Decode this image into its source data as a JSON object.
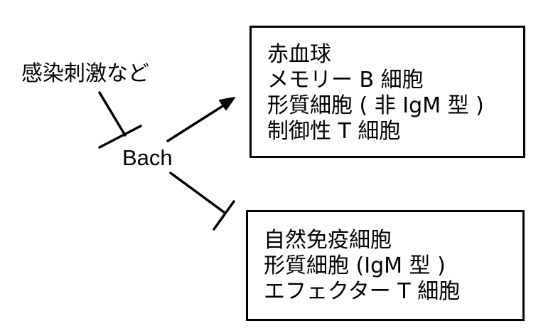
{
  "stimulus": {
    "text": "感染刺激など"
  },
  "center": {
    "text": "Bach"
  },
  "promoted_box": {
    "lines": [
      "赤血球",
      "メモリー B 細胞",
      "形質細胞 ( 非 IgM 型 )",
      "制御性 T 細胞"
    ]
  },
  "repressed_box": {
    "lines": [
      "自然免疫細胞",
      "形質細胞 (IgM 型 )",
      "エフェクター T 細胞"
    ]
  }
}
